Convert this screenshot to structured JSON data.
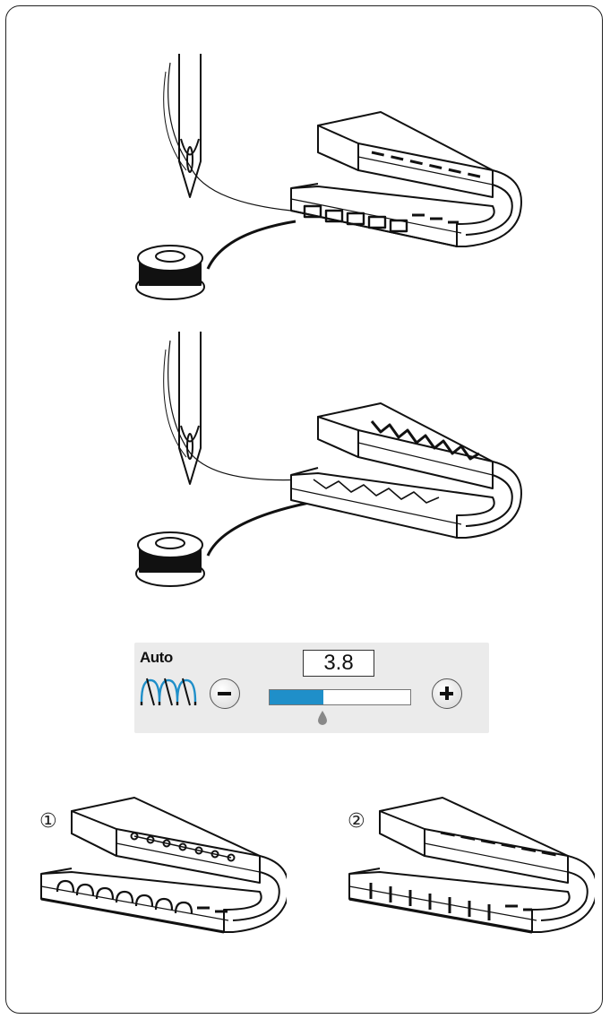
{
  "tension_panel": {
    "mode_label": "Auto",
    "value": "3.8",
    "level_fraction": 0.38,
    "icons": {
      "stitch": "thread-tension-icon",
      "decrease": "minus-icon",
      "increase": "plus-icon"
    },
    "accent_color": "#1f8fc9"
  },
  "figure_markers": {
    "first": "①",
    "second": "②"
  }
}
